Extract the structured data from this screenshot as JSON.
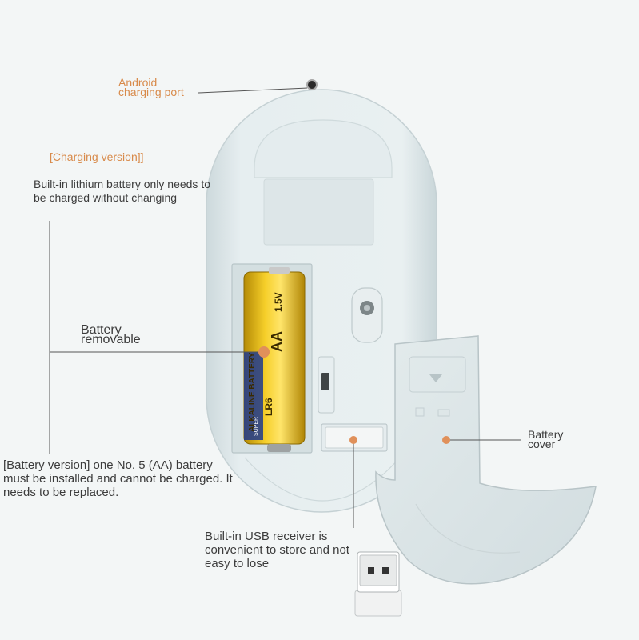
{
  "labels": {
    "android_port": [
      "Android",
      "charging port"
    ],
    "charging_version": "[Charging version]]",
    "lithium_note": "Built-in lithium battery only needs to be charged without changing",
    "battery_removable": [
      "Battery",
      "removable"
    ],
    "battery_version_note": "[Battery version] one No. 5 (AA) battery must be installed and cannot be charged. It needs to be replaced.",
    "battery_cover": [
      "Battery",
      "cover"
    ],
    "usb_note": "Built-in USB receiver is convenient to store and not easy to lose"
  },
  "battery": {
    "brand": "ALKALINE BATTERY",
    "size": "AA",
    "voltage": "1.5V",
    "model": "LR6",
    "badge": "SUPER"
  },
  "colors": {
    "label_orange": "#d88a4a",
    "label_text": "#3c3c3c",
    "leader_line": "#555555",
    "dot": "#e0905a",
    "mouse_body": "#dfe8ea",
    "battery_yellow": "#f2c21a"
  }
}
